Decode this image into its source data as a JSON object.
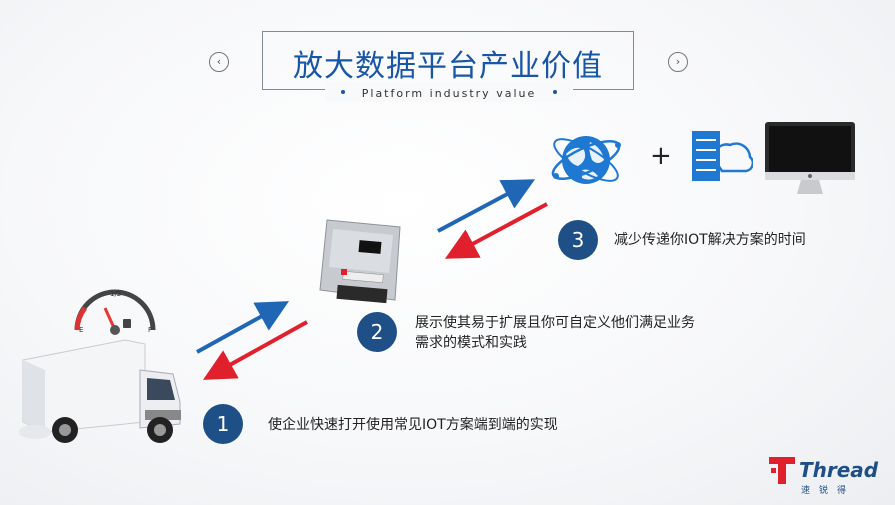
{
  "slide": {
    "title": "放大数据平台产业价值",
    "subtitle": "Platform industry value"
  },
  "nav": {
    "prev": "‹",
    "next": "›"
  },
  "steps": [
    {
      "number": "1",
      "text": "使企业快速打开使用常见IOT方案端到端的实现"
    },
    {
      "number": "2",
      "text_line1": "展示使其易于扩展且你可自定义他们满足业务",
      "text_line2": "需求的模式和实践"
    },
    {
      "number": "3",
      "text": "减少传递你IOT解决方案的时间"
    }
  ],
  "plus": "+",
  "gauge": {
    "half": "1/2",
    "empty": "E",
    "full": "F"
  },
  "logo": {
    "brand": "Thread",
    "chinese": "速锐得"
  },
  "colors": {
    "title_blue": "#1a56a6",
    "circle_blue": "#1e4f86",
    "arrow_blue": "#1f66b5",
    "arrow_red": "#e0202c",
    "logo_red": "#e0202c"
  }
}
